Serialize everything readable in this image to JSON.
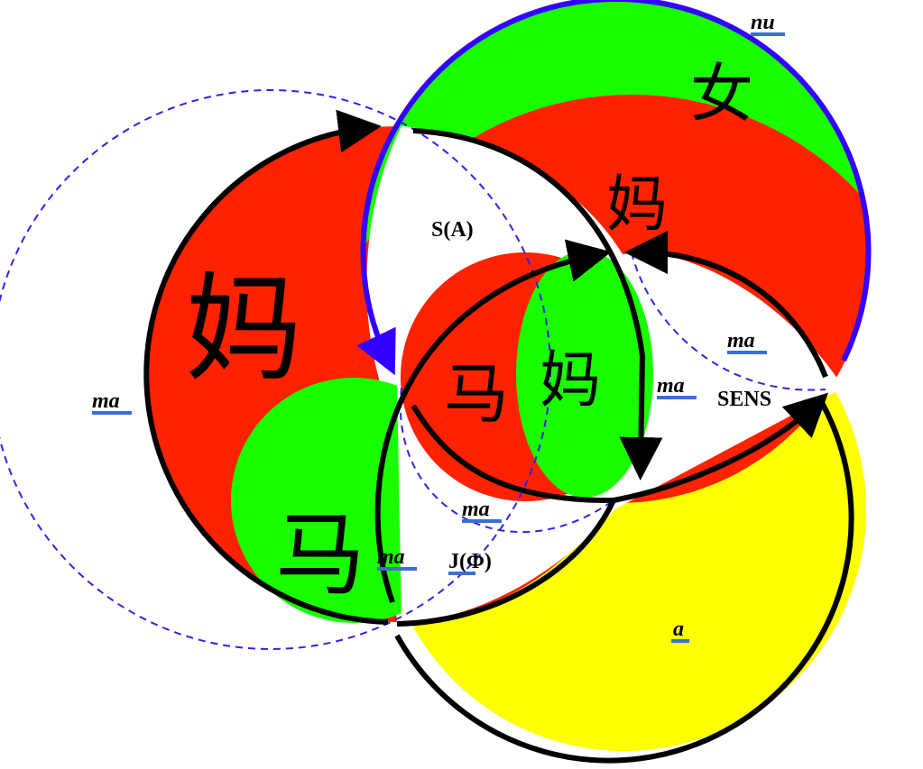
{
  "labels": {
    "nu": "nu",
    "s_a": "S(A)",
    "sens": "SENS",
    "j_phi": "J(Φ)",
    "a": "a",
    "ma_left": "ma",
    "ma_center_right": "ma",
    "ma_right": "ma",
    "ma_bottom": "ma",
    "ma_lower_left": "ma"
  },
  "characters": {
    "nu_char": "女",
    "ma_mother_top": "妈",
    "ma_mother_left": "妈",
    "ma_mother_center": "妈",
    "ma_horse_center": "马",
    "ma_horse_lower": "马"
  },
  "colors": {
    "red": "#ff2200",
    "green": "#1aff00",
    "yellow": "#ffff00",
    "blue": "#3300ff",
    "dashed": "#3322dd",
    "underline": "#3a6fd8"
  }
}
